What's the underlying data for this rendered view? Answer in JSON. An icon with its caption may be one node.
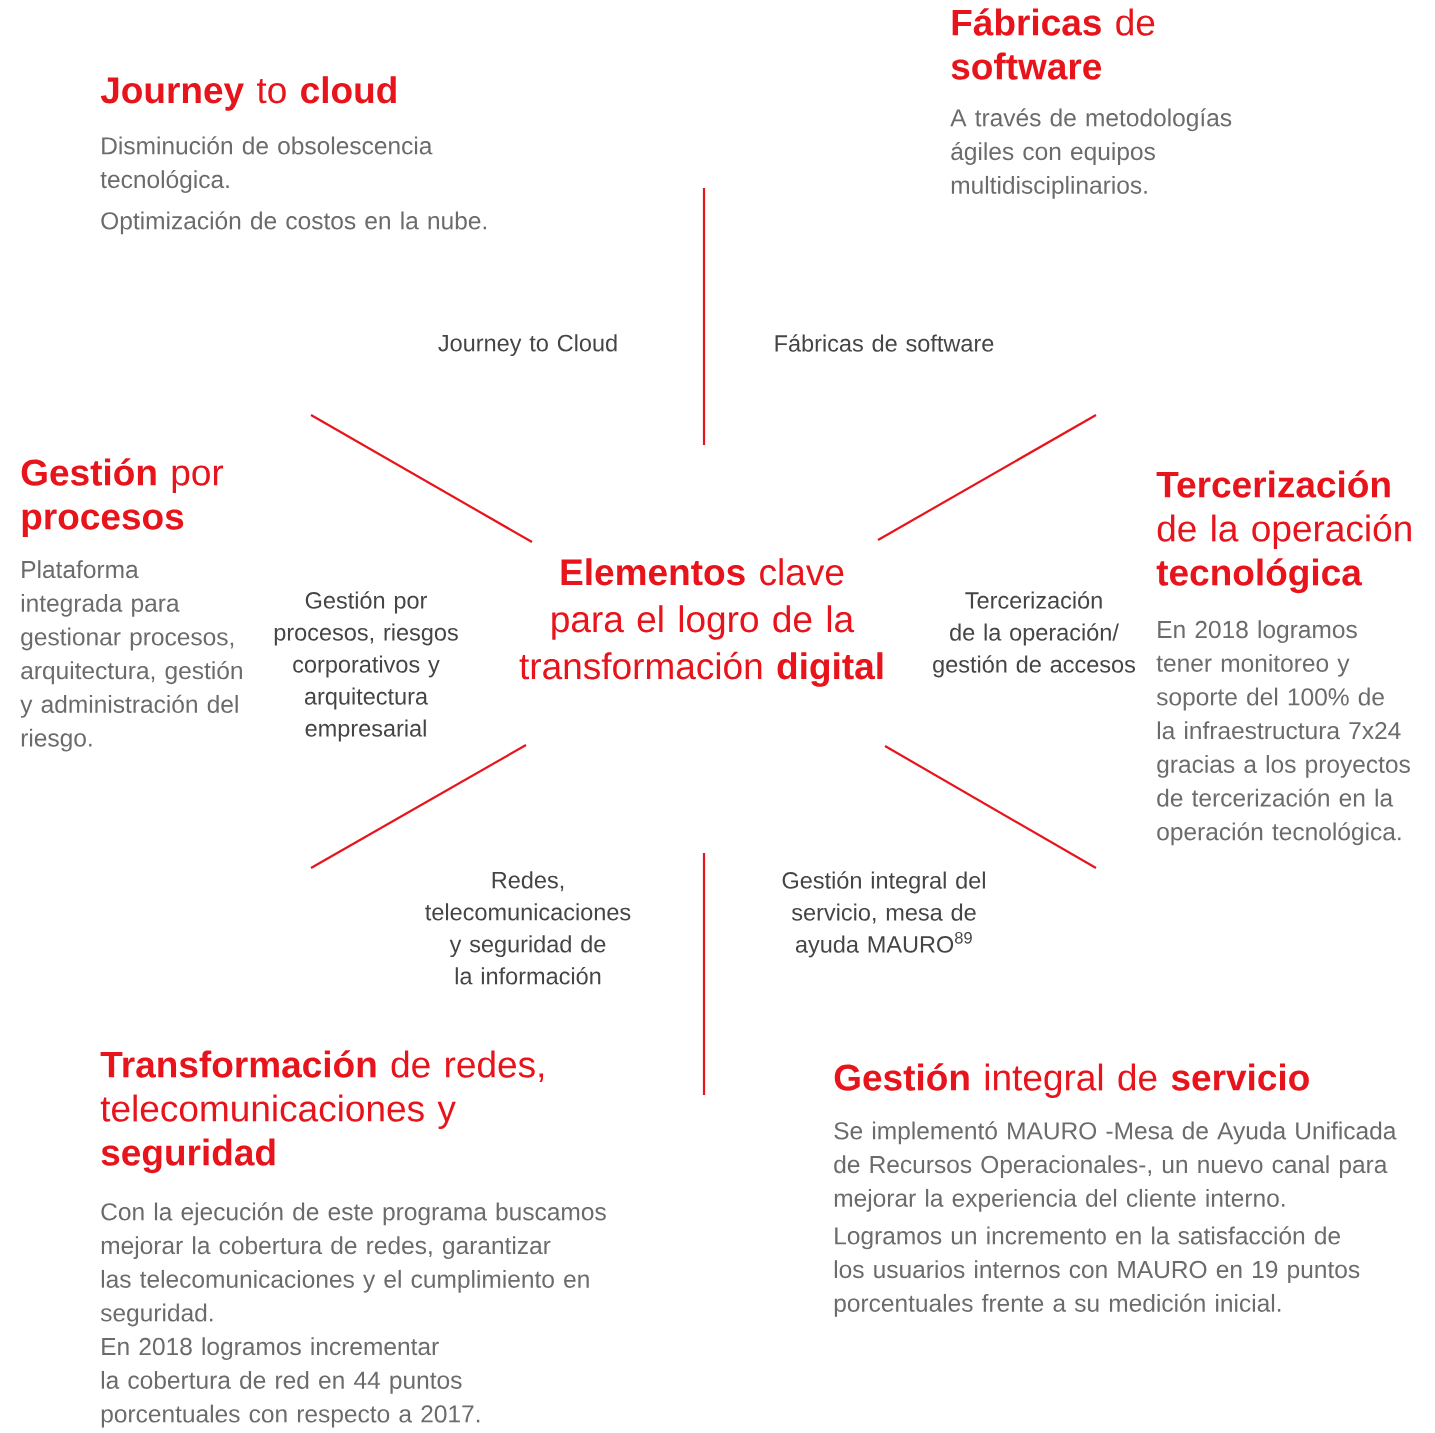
{
  "diagram": {
    "labels": [
      "**Fábricas** de **software**",
      "A través de metodologías ágiles con equipos multidisciplinarios.",
      "**Journey** to **cloud**",
      "Disminución de obsolescencia tecnológica.",
      "Optimización de costos en la nube.",
      "Journey to Cloud",
      "Fábricas de software",
      "**Gestión** por **procesos**",
      "**Tercerización** de la operación **tecnológica**",
      "Plataforma integrada para gestionar procesos, arquitectura, gestión y administración del riesgo.",
      "Gestión por procesos, riesgos corporativos y arquitectura empresarial",
      "**Elementos** clave para el logro de la transformación **digital**",
      "Tercerización de la operación/ gestión de accesos",
      "En 2018 logramos tener monitoreo y soporte del 100% de la infraestructura 7x24 gracias a los proyectos de tercerización en la operación tecnológica.",
      "Redes, telecomunicaciones y seguridad de la información",
      "Gestión integral del servicio, mesa de ayuda MAURO$^{89}$",
      "**Transformación** de redes, telecomunicaciones y **seguridad**",
      "**Gestión** integral de **servicio**",
      "Se implementó MAURO -Mesa de Ayuda Unificada de Recursos Operacionales-, un nuevo canal para mejorar la experiencia del cliente interno.",
      "Con la ejecución de este programa buscamos mejorar la cobertura de redes, garantizar las telecomunicaciones y el cumplimiento en seguridad.",
      "Logramos un incremento en la satisfacción de los usuarios internos con MAURO en 19 puntos porcentuales frente a su medición inicial.",
      "En 2018 logramos incrementar la cobertura de red en 44 puntos porcentuales con respecto a 2017."
    ]
  }
}
